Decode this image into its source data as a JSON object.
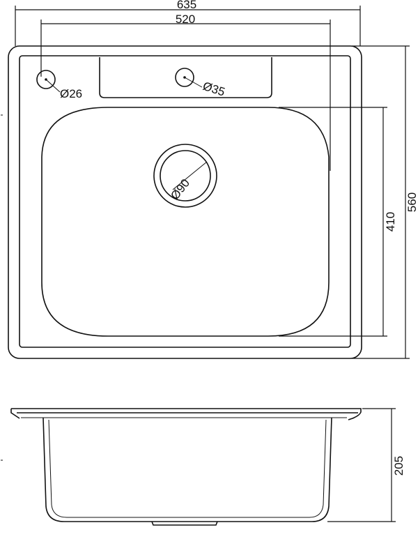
{
  "top_view": {
    "overall_width": "635",
    "inner_width": "520",
    "overall_depth": "560",
    "bowl_depth": "410",
    "left_hole": "Ø26",
    "right_hole": "Ø35",
    "drain": "Ø90"
  },
  "side_view": {
    "height": "205"
  }
}
